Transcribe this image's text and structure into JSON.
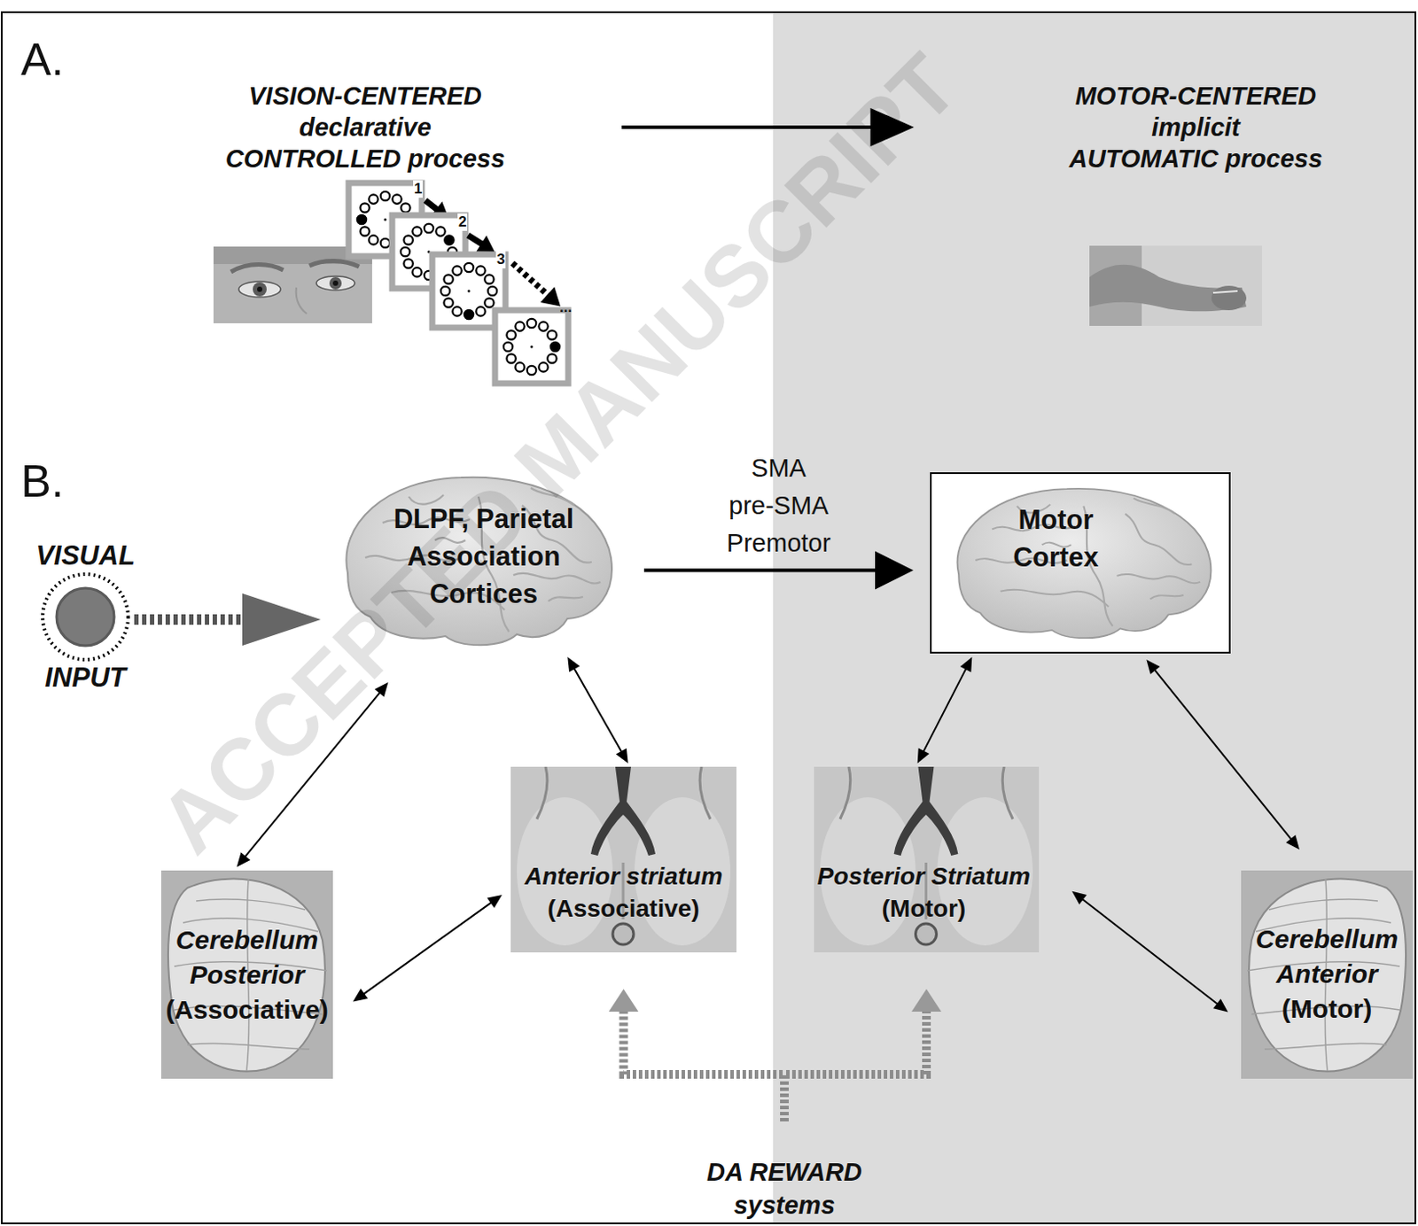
{
  "diagram": {
    "nodes": [
      {
        "text": [
          "VISION-CENTERED declarative CONTROLLED process"
        ]
      },
      {
        "text": [
          "MOTOR-CENTERED implicit AUTOMATIC process"
        ]
      },
      {
        "text": [
          "VISUAL",
          "INPUT"
        ]
      },
      {
        "text": [
          "DLPF, Parietal Association Cortices"
        ]
      },
      {
        "text": [
          "Motor Cortex"
        ]
      },
      {
        "text": [
          "Cerebellum Posterior (Associative)"
        ]
      },
      {
        "text": [
          "Anterior striatum (Associative)"
        ]
      },
      {
        "text": [
          "Posterior Striatum (Motor)"
        ]
      },
      {
        "text": [
          "Cerebellum Anterior (Motor)"
        ]
      },
      {
        "text": [
          "DA REWARD systems"
        ]
      }
    ],
    "edges": [
      {
        "from": 0,
        "to": 1,
        "arrow": "to"
      },
      {
        "from": 2,
        "to": 3,
        "arrow": "to"
      },
      {
        "from": 3,
        "to": 4,
        "label": "SMA pre-SMA Premotor",
        "arrow": "to"
      },
      {
        "from": 3,
        "to": 5,
        "arrow": "both"
      },
      {
        "from": 3,
        "to": 6,
        "arrow": "both"
      },
      {
        "from": 5,
        "to": 6,
        "arrow": "both"
      },
      {
        "from": 4,
        "to": 7,
        "arrow": "both"
      },
      {
        "from": 4,
        "to": 8,
        "arrow": "both"
      },
      {
        "from": 7,
        "to": 8,
        "arrow": "both"
      },
      {
        "from": 9,
        "to": 6,
        "arrow": "to"
      },
      {
        "from": 9,
        "to": 7,
        "arrow": "to"
      }
    ],
    "labels": [
      "A.",
      "1",
      "2",
      "3",
      "...",
      "B.",
      "ACCEPTED MANUSCRIPT"
    ]
  }
}
